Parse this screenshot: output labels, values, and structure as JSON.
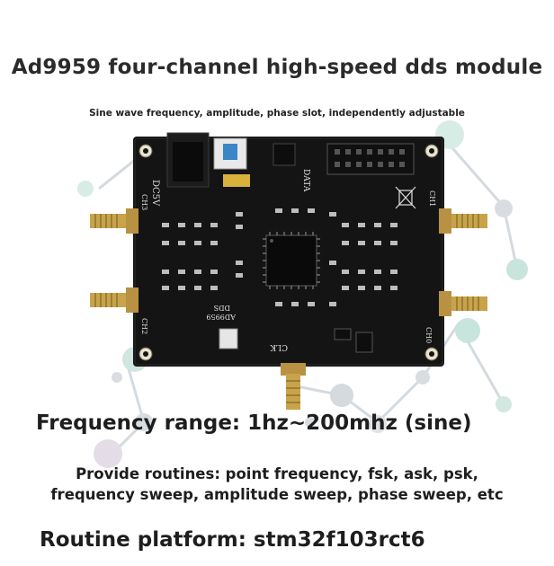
{
  "title": "Ad9959 four-channel high-speed dds module",
  "subtitle": "Sine wave frequency, amplitude, phase slot, independently adjustable",
  "board": {
    "silkscreen_voltage": "DC5V",
    "silkscreen_data": "DATA",
    "silkscreen_chip": "AD9959",
    "silkscreen_dds": "DDS",
    "silkscreen_clk": "CLK",
    "channel_labels": [
      "CH0",
      "CH1",
      "CH2",
      "CH3"
    ]
  },
  "freq_range": "Frequency range: 1hz~200mhz (sine)",
  "routines_line1": "Provide routines: point frequency, fsk, ask, psk,",
  "routines_line2": "frequency sweep, amplitude sweep, phase sweep, etc",
  "platform": "Routine platform: stm32f103rct6",
  "colors": {
    "pcb": "#141414",
    "sma_gold": "#c8a34a",
    "network_teal": "#bfe0d8",
    "network_gray": "#cdd2d6"
  }
}
